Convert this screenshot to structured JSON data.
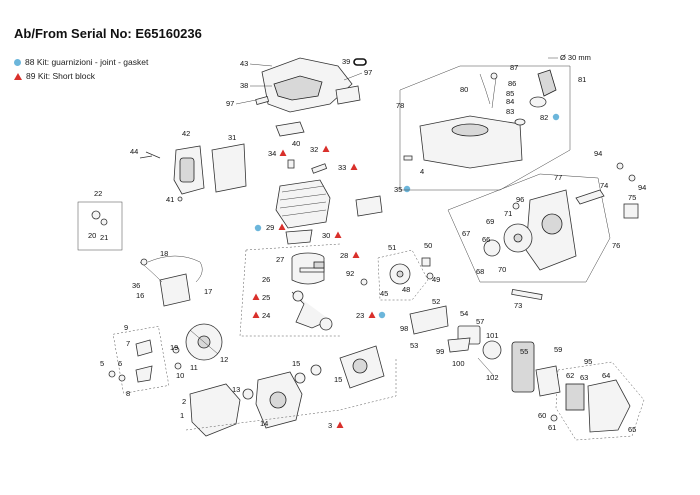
{
  "header": {
    "serial_text": "Ab/From Serial No: E65160236"
  },
  "legend": [
    {
      "marker": "dot",
      "text": "88 Kit: guarnizioni - joint - gasket"
    },
    {
      "marker": "triangle",
      "text": "89 Kit: Short block"
    }
  ],
  "colors": {
    "dot": "#6cb6db",
    "triangle": "#d9302b"
  },
  "diameter_note": "Ø 30 mm",
  "callouts": {
    "c43": "43",
    "c39": "39",
    "c38": "38",
    "c97a": "97",
    "c97b": "97",
    "c40": "40",
    "c42": "42",
    "c31": "31",
    "c44": "44",
    "c41": "41",
    "c34": "34",
    "c32": "32",
    "c33": "33",
    "c35": "35",
    "c22": "22",
    "c20": "20",
    "c21": "21",
    "c29": "29",
    "c30": "30",
    "c28": "28",
    "c27": "27",
    "c26": "26",
    "c18": "18",
    "c36": "36",
    "c16": "16",
    "c17": "17",
    "c25": "25",
    "c24": "24",
    "c9": "9",
    "c7": "7",
    "c5": "5",
    "c6": "6",
    "c8": "8",
    "c10": "10",
    "c11": "11",
    "c12": "12",
    "c19": "19",
    "c2": "2",
    "c1": "1",
    "c13": "13",
    "c14": "14",
    "c15a": "15",
    "c15b": "15",
    "c3": "3",
    "c23": "23",
    "c51": "51",
    "c50": "50",
    "c49": "49",
    "c92": "92",
    "c45": "45",
    "c48": "48",
    "c98": "98",
    "c52": "52",
    "c54": "54",
    "c57": "57",
    "c53": "53",
    "c99": "99",
    "c101": "101",
    "c100": "100",
    "c102": "102",
    "c55": "55",
    "c59": "59",
    "c95": "95",
    "c62": "62",
    "c63": "63",
    "c64": "64",
    "c60": "60",
    "c61": "61",
    "c65": "65",
    "c87": "87",
    "c86": "86",
    "c85": "85",
    "c84": "84",
    "c83": "83",
    "c80": "80",
    "c81": "81",
    "c82": "82",
    "c78": "78",
    "c4": "4",
    "c94a": "94",
    "c94b": "94",
    "c77": "77",
    "c96": "96",
    "c74": "74",
    "c71": "71",
    "c69": "69",
    "c67": "67",
    "c66": "66",
    "c68": "68",
    "c70": "70",
    "c75": "75",
    "c76": "76",
    "c73": "73"
  }
}
